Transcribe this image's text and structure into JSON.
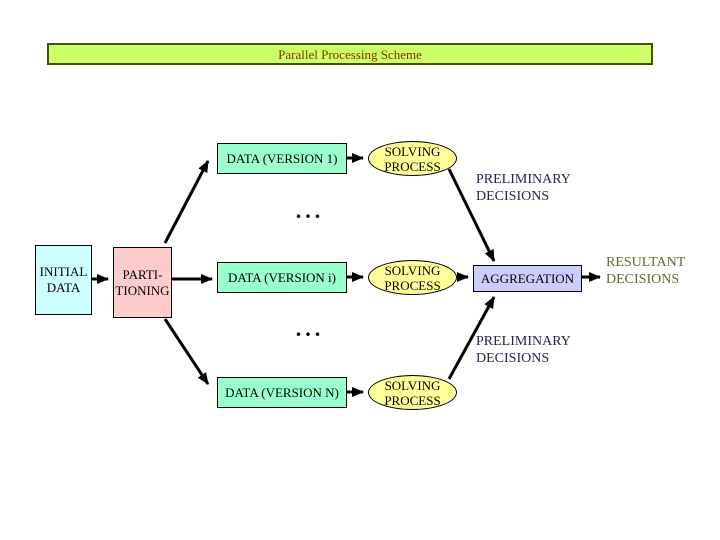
{
  "diagram": {
    "title": "Parallel Processing Scheme",
    "nodes": {
      "initial_data": {
        "line1": "INITIAL",
        "line2": "DATA",
        "fill": "#ccffff"
      },
      "partitioning": {
        "line1": "PARTI-",
        "line2": "TIONING",
        "fill": "#ffcccc"
      },
      "data_version_1": {
        "label": "DATA (VERSION 1)",
        "fill": "#99ffcc"
      },
      "data_version_i": {
        "label": "DATA (VERSION i)",
        "fill": "#99ffcc"
      },
      "data_version_n": {
        "label": "DATA (VERSION N)",
        "fill": "#99ffcc"
      },
      "solving_process": {
        "line1": "SOLVING",
        "line2": "PROCESS",
        "fill": "#ffff99"
      },
      "aggregation": {
        "label": "AGGREGATION",
        "fill": "#ccccff"
      }
    },
    "annotations": {
      "preliminary_top": {
        "line1": "PRELIMINARY",
        "line2": "DECISIONS"
      },
      "preliminary_bottom": {
        "line1": "PRELIMINARY",
        "line2": "DECISIONS"
      },
      "resultant": {
        "line1": "RESULTANT",
        "line2": "DECISIONS"
      },
      "ellipsis_top": "...",
      "ellipsis_bottom": "..."
    },
    "colors": {
      "background": "#ffffff",
      "banner_fill": "#ccff66",
      "banner_border": "#4d4d00",
      "title_text": "#803300",
      "node_border": "#000000",
      "node_text": "#000000",
      "preliminary_text": "#26264d",
      "resultant_text": "#666633",
      "arrow": "#000000"
    }
  }
}
